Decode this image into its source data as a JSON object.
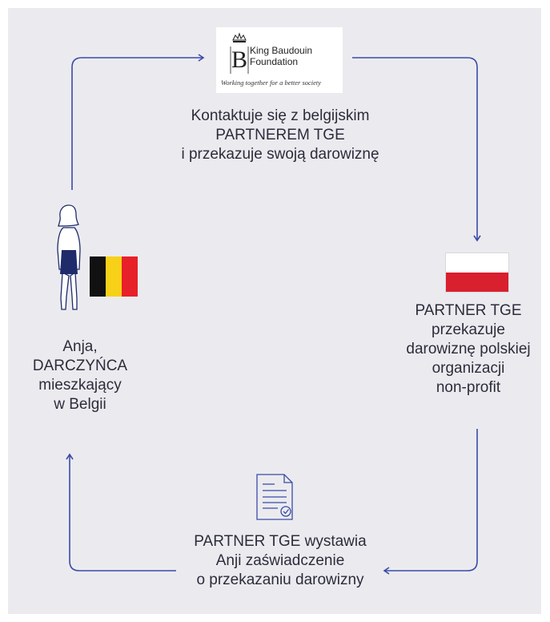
{
  "logo": {
    "org_line1": "King Baudouin",
    "org_line2": "Foundation",
    "tagline": "Working together for a better society",
    "icon": "crown-monogram-icon"
  },
  "step_top": {
    "lines": [
      "Kontaktuje się z belgijskim",
      "PARTNEREM TGE",
      "i przekazuje swoją darowiznę"
    ]
  },
  "step_right": {
    "lines": [
      "PARTNER TGE",
      "przekazuje",
      "darowiznę polskiej",
      "organizacji",
      "non-profit"
    ]
  },
  "step_bottom": {
    "lines": [
      "PARTNER TGE wystawia",
      "Anji zaświadczenie",
      "o przekazaniu darowizny"
    ]
  },
  "donor": {
    "lines": [
      "Anja,",
      "DARCZYŃCA",
      "mieszkający",
      "w Belgii"
    ],
    "icon": "woman-figure-icon"
  },
  "flags": {
    "belgium": {
      "icon": "belgium-flag-icon",
      "colors": [
        "#111111",
        "#f7d117",
        "#e8202a"
      ]
    },
    "poland": {
      "icon": "poland-flag-icon",
      "colors": [
        "#ffffff",
        "#d8202e"
      ]
    }
  },
  "document_icon": "certificate-document-icon",
  "colors": {
    "background": "#ebebef",
    "arrow": "#3b4ba8",
    "text": "#2c2c3c"
  }
}
